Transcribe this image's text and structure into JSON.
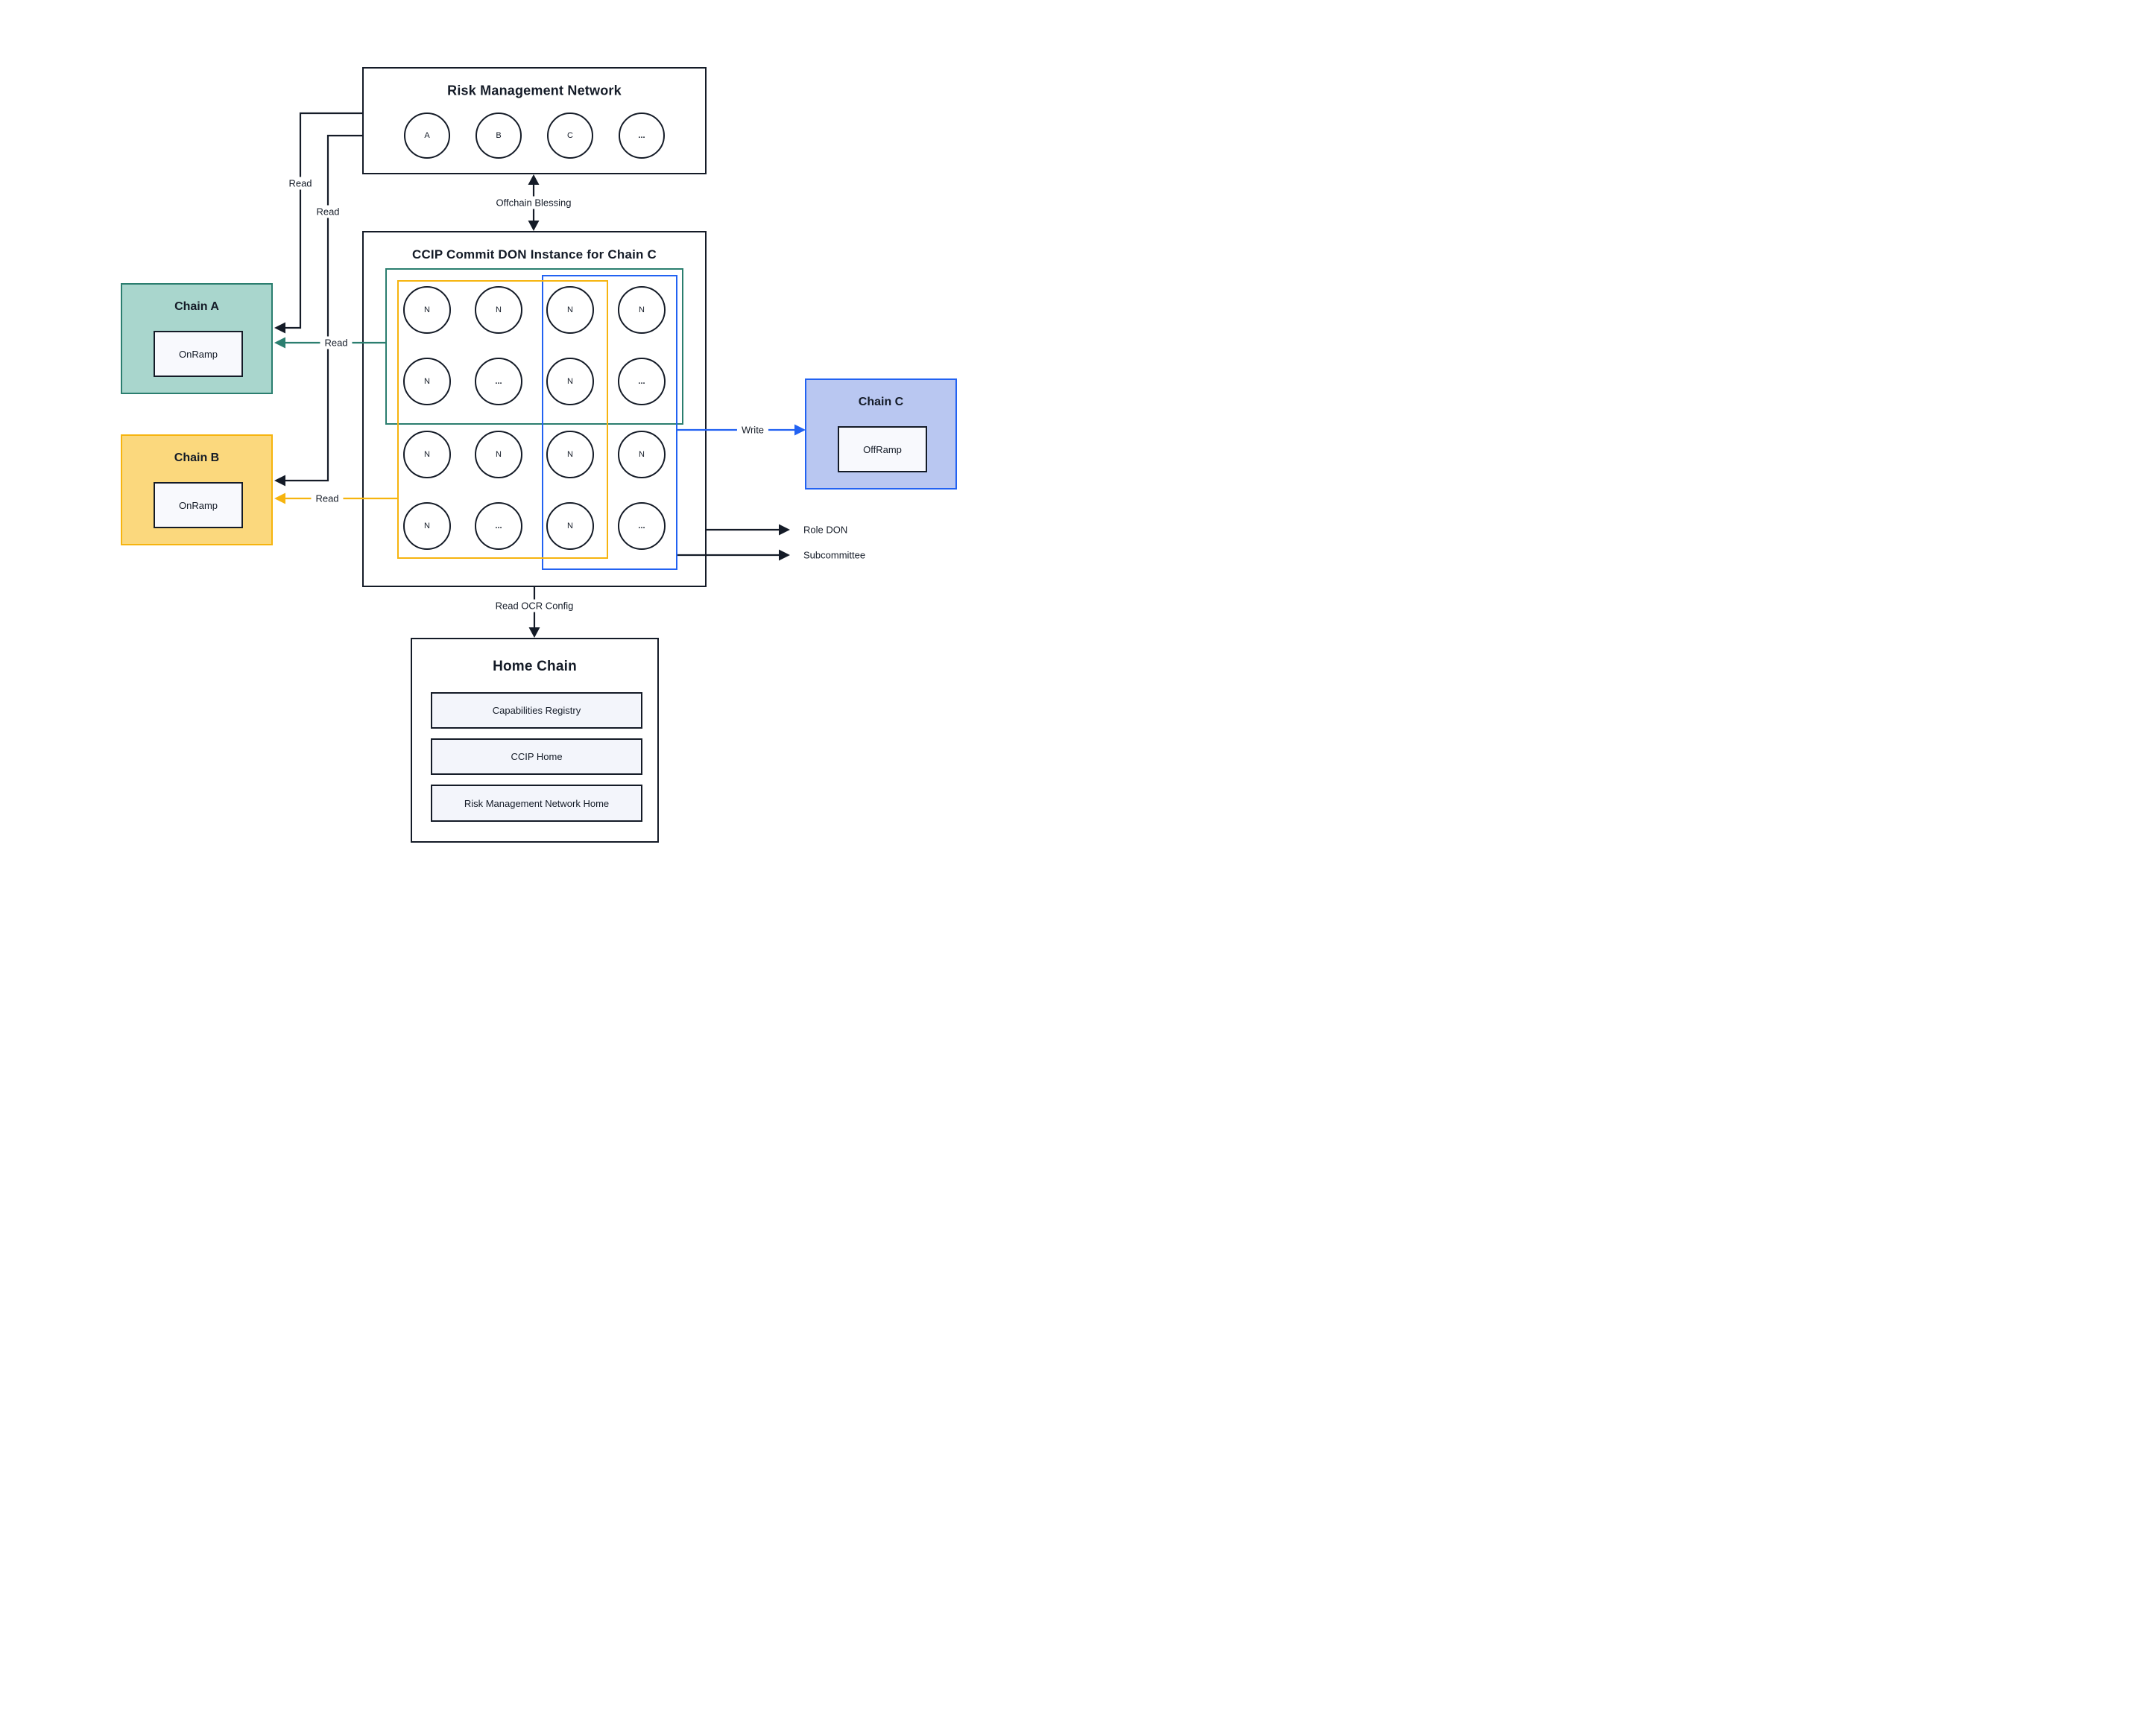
{
  "colors": {
    "ink": "#141b27",
    "teal": "#2b7e6f",
    "teal_fill": "#a9d6cd",
    "yellow": "#f6b40f",
    "yellow_fill": "#fbd87d",
    "blue": "#2262f2",
    "blue_fill": "#b9c7f1",
    "ramp_fill": "#f8f9fd",
    "home_item_fill": "#f3f5fb"
  },
  "rmn": {
    "title": "Risk Management Network",
    "nodes": [
      "A",
      "B",
      "C",
      "..."
    ]
  },
  "ccip": {
    "title": "CCIP Commit DON Instance for Chain C",
    "grid": [
      [
        "N",
        "N",
        "N",
        "N"
      ],
      [
        "N",
        "...",
        "N",
        "..."
      ],
      [
        "N",
        "N",
        "N",
        "N"
      ],
      [
        "N",
        "...",
        "N",
        "..."
      ]
    ]
  },
  "chain_a": {
    "title": "Chain A",
    "inner": "OnRamp"
  },
  "chain_b": {
    "title": "Chain B",
    "inner": "OnRamp"
  },
  "chain_c": {
    "title": "Chain C",
    "inner": "OffRamp"
  },
  "home": {
    "title": "Home Chain",
    "items": [
      "Capabilities Registry",
      "CCIP Home",
      "Risk Management Network Home"
    ]
  },
  "labels": {
    "read1": "Read",
    "read2": "Read",
    "read_teal": "Read",
    "read_yellow": "Read",
    "write": "Write",
    "role_don": "Role DON",
    "subcommittee": "Subcommittee",
    "offchain": "Offchain Blessing",
    "read_ocr": "Read OCR Config"
  }
}
